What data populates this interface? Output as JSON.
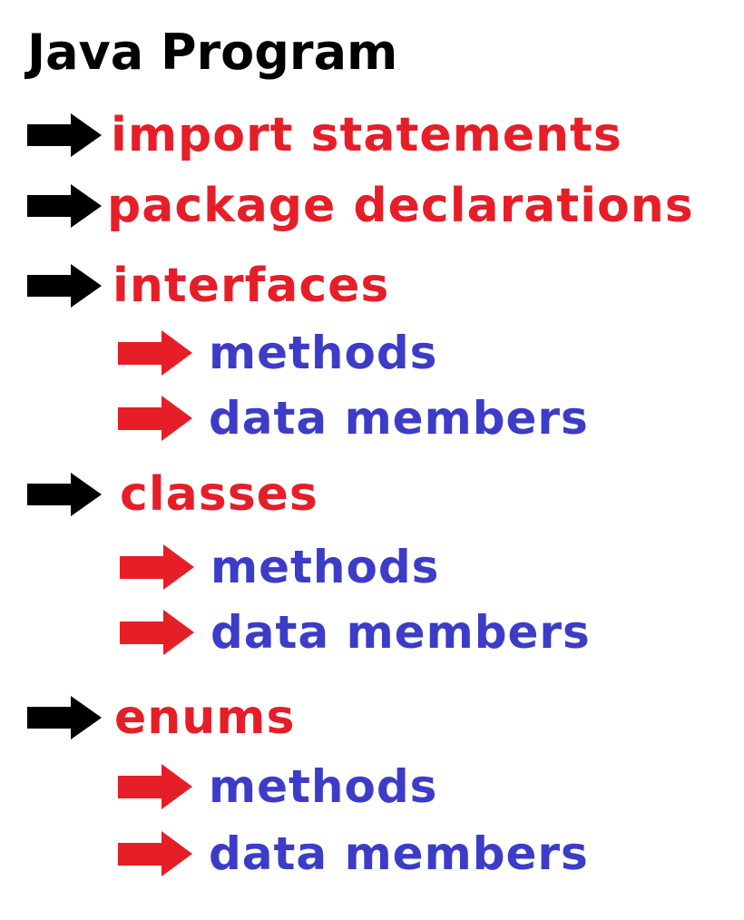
{
  "title": "Java Program",
  "colors": {
    "title": "#000000",
    "section_text": "#e61e28",
    "member_text": "#3c3cc8",
    "section_arrow": "#000000",
    "member_arrow": "#e61e28"
  },
  "icons": {
    "section_arrow": "right-arrow-icon",
    "member_arrow": "right-arrow-icon"
  },
  "items": [
    {
      "label": "import statements"
    },
    {
      "label": "package declarations"
    },
    {
      "label": "interfaces",
      "children": [
        "methods",
        "data members"
      ]
    },
    {
      "label": "classes",
      "children": [
        "methods",
        "data members"
      ]
    },
    {
      "label": "enums",
      "children": [
        "methods",
        "data members"
      ]
    }
  ]
}
